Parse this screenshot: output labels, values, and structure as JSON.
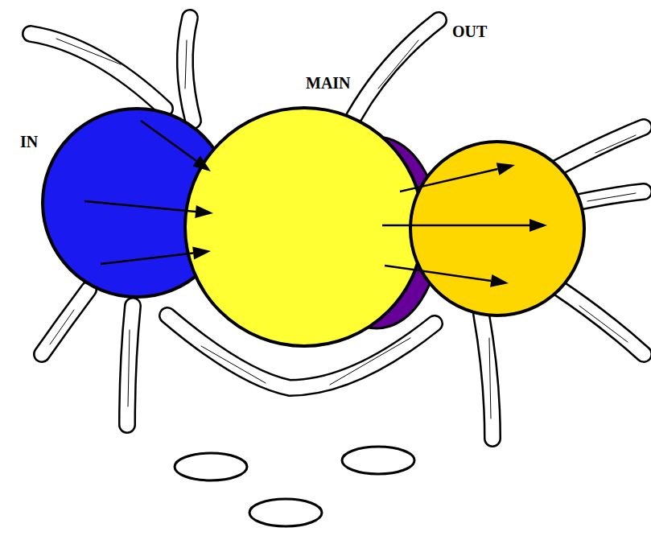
{
  "diagram": {
    "nodes": [
      {
        "text": [
          "IN"
        ]
      },
      {
        "text": [
          "MAIN"
        ]
      },
      {
        "text": [
          "OUT"
        ]
      }
    ],
    "edges": [
      {
        "from": 0,
        "to": 1,
        "arrow": "to"
      },
      {
        "from": 0,
        "to": 1,
        "arrow": "to"
      },
      {
        "from": 0,
        "to": 1,
        "arrow": "to"
      },
      {
        "from": 1,
        "to": 2,
        "arrow": "to"
      },
      {
        "from": 1,
        "to": 2,
        "arrow": "to"
      },
      {
        "from": 1,
        "to": 2,
        "arrow": "to"
      }
    ]
  }
}
